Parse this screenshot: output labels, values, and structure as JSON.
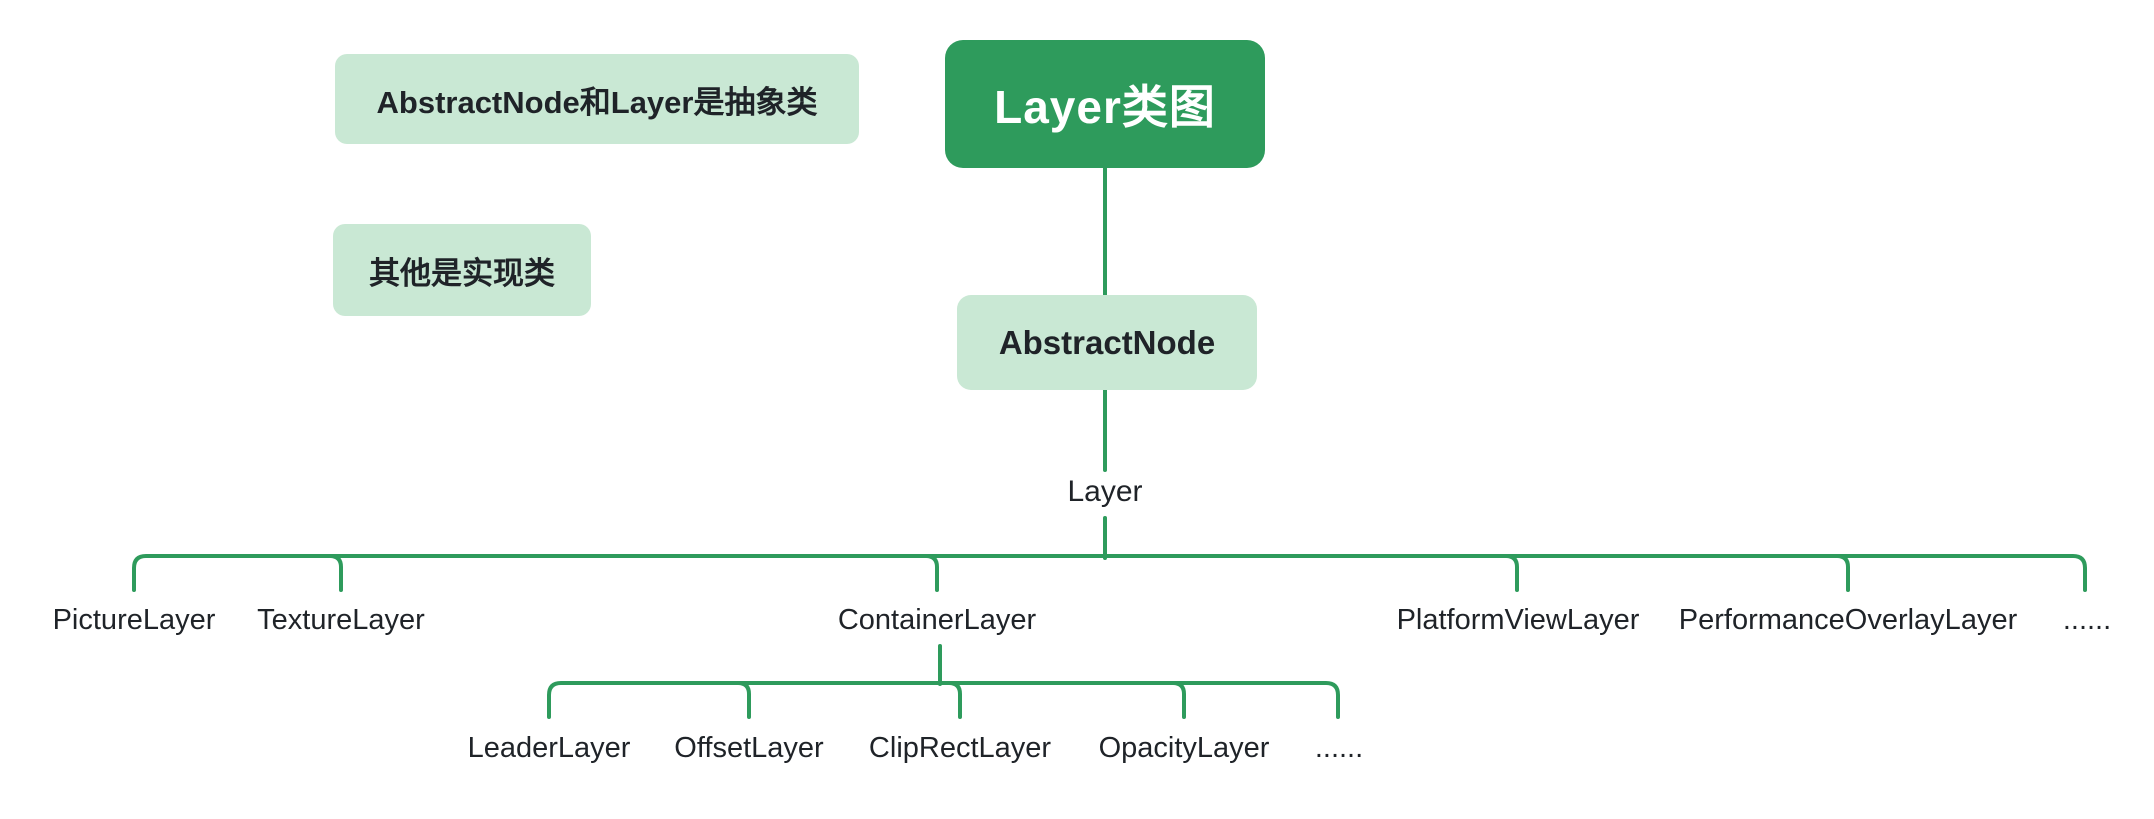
{
  "colors": {
    "primary_green": "#2E9B5C",
    "light_green": "#C9E8D4",
    "text_dark": "#1F2328",
    "text_on_primary": "#FFFFFF",
    "background": "#FFFFFF"
  },
  "root": {
    "label": "Layer类图"
  },
  "annotations": [
    {
      "label": "AbstractNode和Layer是抽象类"
    },
    {
      "label": "其他是实现类"
    }
  ],
  "abstract_node": {
    "label": "AbstractNode"
  },
  "layer_node": {
    "label": "Layer"
  },
  "layer_children": [
    {
      "label": "PictureLayer"
    },
    {
      "label": "TextureLayer"
    },
    {
      "label": "ContainerLayer"
    },
    {
      "label": "PlatformViewLayer"
    },
    {
      "label": "PerformanceOverlayLayer"
    },
    {
      "label": "......"
    }
  ],
  "container_children": [
    {
      "label": "LeaderLayer"
    },
    {
      "label": "OffsetLayer"
    },
    {
      "label": "ClipRectLayer"
    },
    {
      "label": "OpacityLayer"
    },
    {
      "label": "......"
    }
  ]
}
